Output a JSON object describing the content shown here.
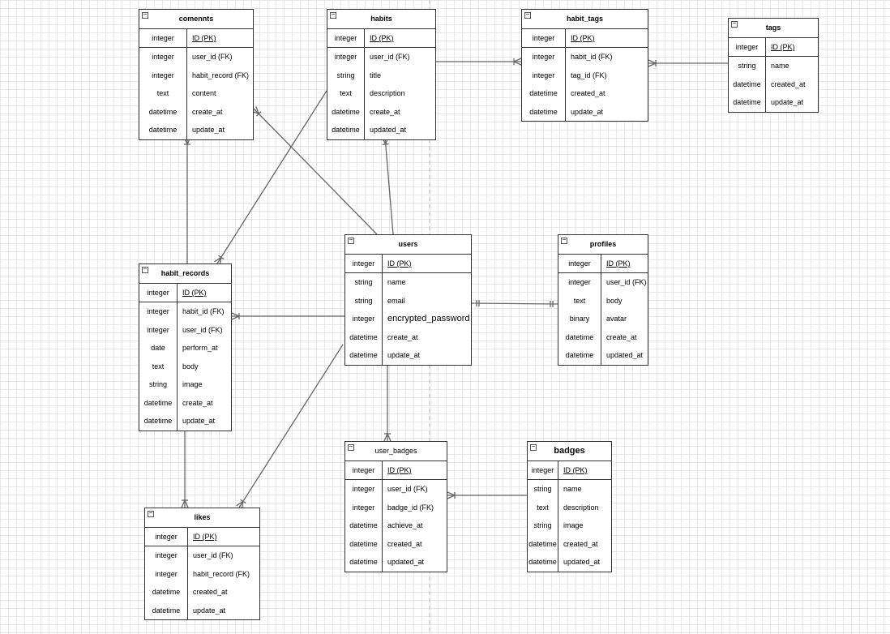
{
  "tables": [
    {
      "id": "comennts",
      "title": "comennts",
      "rows": [
        [
          "integer",
          "ID (PK)"
        ],
        [
          "integer",
          "user_id (FK)"
        ],
        [
          "integer",
          "habit_record  (FK)"
        ],
        [
          "text",
          "content"
        ],
        [
          "datetime",
          "create_at"
        ],
        [
          "datetime",
          "update_at"
        ]
      ]
    },
    {
      "id": "habits",
      "title": "habits",
      "rows": [
        [
          "integer",
          "ID (PK)"
        ],
        [
          "integer",
          "user_id  (FK)"
        ],
        [
          "string",
          "title"
        ],
        [
          "text",
          "description"
        ],
        [
          "datetime",
          "create_at"
        ],
        [
          "datetime",
          "updated_at"
        ]
      ]
    },
    {
      "id": "habit_tags",
      "title": "habit_tags",
      "rows": [
        [
          "integer",
          "ID (PK)"
        ],
        [
          "integer",
          "habit_id (FK)"
        ],
        [
          "integer",
          "tag_id (FK)"
        ],
        [
          "datetime",
          "created_at"
        ],
        [
          "datetime",
          "update_at"
        ]
      ]
    },
    {
      "id": "tags",
      "title": "tags",
      "rows": [
        [
          "integer",
          "ID (PK)"
        ],
        [
          "string",
          "name"
        ],
        [
          "datetime",
          "created_at"
        ],
        [
          "datetime",
          "update_at"
        ]
      ]
    },
    {
      "id": "users",
      "title": "users",
      "rows": [
        [
          "integer",
          "ID (PK)"
        ],
        [
          "string",
          "name"
        ],
        [
          "string",
          "email"
        ],
        [
          "integer",
          "encrypted_password"
        ],
        [
          "datetime",
          "create_at"
        ],
        [
          "datetime",
          "update_at"
        ]
      ]
    },
    {
      "id": "profiles",
      "title": "profiles",
      "rows": [
        [
          "integer",
          "ID (PK)"
        ],
        [
          "integer",
          "user_id (FK)"
        ],
        [
          "text",
          "body"
        ],
        [
          "binary",
          "avatar"
        ],
        [
          "datetime",
          "create_at"
        ],
        [
          "datetime",
          "updated_at"
        ]
      ]
    },
    {
      "id": "habit_records",
      "title": "habit_records",
      "rows": [
        [
          "integer",
          "ID (PK)"
        ],
        [
          "integer",
          "habit_id (FK)"
        ],
        [
          "integer",
          "user_id  (FK)"
        ],
        [
          "date",
          "perform_at"
        ],
        [
          "text",
          "body"
        ],
        [
          "string",
          "image"
        ],
        [
          "datetime",
          "create_at"
        ],
        [
          "datetime",
          "update_at"
        ]
      ]
    },
    {
      "id": "user_badges",
      "title": "user_badges",
      "rows": [
        [
          "integer",
          "ID (PK)"
        ],
        [
          "integer",
          "user_id  (FK)"
        ],
        [
          "integer",
          "badge_id  (FK)"
        ],
        [
          "datetime",
          "achieve_at"
        ],
        [
          "datetime",
          "created_at"
        ],
        [
          "datetime",
          "updated_at"
        ]
      ]
    },
    {
      "id": "badges",
      "title": "badges",
      "rows": [
        [
          "integer",
          "ID (PK)"
        ],
        [
          "string",
          "name"
        ],
        [
          "text",
          "description"
        ],
        [
          "string",
          "image"
        ],
        [
          "datetime",
          "created_at"
        ],
        [
          "datetime",
          "updated_at"
        ]
      ]
    },
    {
      "id": "likes",
      "title": "likes",
      "rows": [
        [
          "integer",
          "ID (PK)"
        ],
        [
          "integer",
          "user_id  (FK)"
        ],
        [
          "integer",
          "habit_record  (FK)"
        ],
        [
          "datetime",
          "created_at"
        ],
        [
          "datetime",
          "update_at"
        ]
      ]
    }
  ],
  "relations": [
    {
      "from": "habits",
      "to": "habit_tags",
      "end": "many"
    },
    {
      "from": "tags",
      "to": "habit_tags",
      "end": "many"
    },
    {
      "from": "habit_records",
      "to": "comennts",
      "end": "many"
    },
    {
      "from": "users",
      "to": "comennts",
      "end": "many"
    },
    {
      "from": "users",
      "to": "habits",
      "end": "many"
    },
    {
      "from": "habits",
      "to": "habit_records",
      "end": "many"
    },
    {
      "from": "users",
      "to": "habit_records",
      "end": "many"
    },
    {
      "from": "users",
      "to": "profiles",
      "end": "one-one"
    },
    {
      "from": "users",
      "to": "likes",
      "end": "many"
    },
    {
      "from": "habit_records",
      "to": "likes",
      "end": "many"
    },
    {
      "from": "users",
      "to": "user_badges",
      "end": "many"
    },
    {
      "from": "badges",
      "to": "user_badges",
      "end": "many"
    }
  ]
}
